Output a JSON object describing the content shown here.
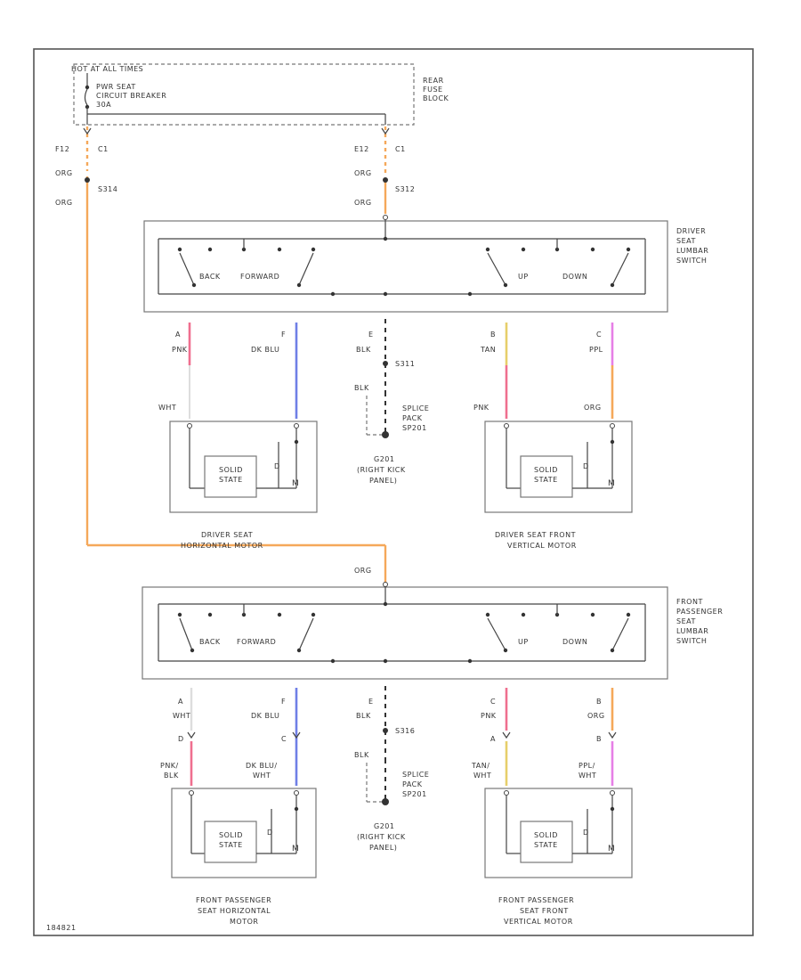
{
  "fuse": {
    "hot_label": "HOT AT ALL TIMES",
    "breaker_line1": "PWR SEAT",
    "breaker_line2": "CIRCUIT BREAKER",
    "breaker_line3": "30A",
    "block_line1": "REAR",
    "block_line2": "FUSE",
    "block_line3": "BLOCK"
  },
  "feed": {
    "left_conn": "F12",
    "left_c": "C1",
    "right_conn": "E12",
    "right_c": "C1",
    "left_wire1": "ORG",
    "left_splice": "S314",
    "left_wire2": "ORG",
    "right_wire1": "ORG",
    "right_splice": "S312",
    "right_wire2": "ORG",
    "pass_feed_wire": "ORG"
  },
  "driver_switch": {
    "name_lines": [
      "DRIVER",
      "SEAT",
      "LUMBAR",
      "SWITCH"
    ],
    "back": "BACK",
    "forward": "FORWARD",
    "up": "UP",
    "down": "DOWN",
    "wires": [
      {
        "pin": "A",
        "color": "PNK",
        "hex": "#ef6f8f"
      },
      {
        "pin": "F",
        "color": "DK BLU",
        "hex": "#6f7fe6"
      },
      {
        "pin": "E",
        "color": "BLK",
        "hex": "#333333"
      },
      {
        "pin": "B",
        "color": "TAN",
        "hex": "#e6cf6a"
      },
      {
        "pin": "C",
        "color": "PPL",
        "hex": "#e67fe6"
      }
    ]
  },
  "pass_switch": {
    "name_lines": [
      "FRONT",
      "PASSENGER",
      "SEAT",
      "LUMBAR",
      "SWITCH"
    ],
    "back": "BACK",
    "forward": "FORWARD",
    "up": "UP",
    "down": "DOWN",
    "wires": [
      {
        "pin": "A",
        "color": "WHT",
        "hex": "#dddddd"
      },
      {
        "pin": "F",
        "color": "DK BLU",
        "hex": "#6f7fe6"
      },
      {
        "pin": "E",
        "color": "BLK",
        "hex": "#333333"
      },
      {
        "pin": "C",
        "color": "PNK",
        "hex": "#ef6f8f"
      },
      {
        "pin": "B",
        "color": "ORG",
        "hex": "#f5a85a"
      }
    ]
  },
  "driver_lower": {
    "left_in": "WHT",
    "left_mid_wire": "PNK",
    "left_mid_hex": "#ef6f8f",
    "right_in_left": "PNK",
    "right_in_right": "ORG",
    "right_in_right_hex": "#f5a85a",
    "splice": "S311",
    "ground_wire": "BLK",
    "splice_pack": [
      "SPLICE",
      "PACK",
      "SP201"
    ],
    "ground": [
      "G201",
      "(RIGHT KICK",
      "PANEL)"
    ]
  },
  "pass_lower": {
    "left_pins": [
      "D",
      "C"
    ],
    "left_wires": [
      "PNK/",
      "BLK",
      "DK BLU/",
      "WHT"
    ],
    "right_pins": [
      "A",
      "B"
    ],
    "right_wires": [
      "TAN/",
      "WHT",
      "PPL/",
      "WHT"
    ],
    "splice": "S316",
    "ground_wire": "BLK",
    "splice_pack": [
      "SPLICE",
      "PACK",
      "SP201"
    ],
    "ground": [
      "G201",
      "(RIGHT KICK",
      "PANEL)"
    ]
  },
  "motors": {
    "solid_state": [
      "SOLID",
      "STATE"
    ],
    "driver_horizontal": [
      "DRIVER SEAT",
      "HORIZONTAL MOTOR"
    ],
    "driver_vertical": [
      "DRIVER SEAT FRONT",
      "VERTICAL MOTOR"
    ],
    "pass_horizontal": [
      "FRONT PASSENGER",
      "SEAT HORIZONTAL",
      "MOTOR"
    ],
    "pass_vertical": [
      "FRONT PASSENGER",
      "SEAT FRONT",
      "VERTICAL MOTOR"
    ]
  },
  "colors": {
    "org": "#f5a85a",
    "pnk": "#ef6f8f",
    "dkblu": "#6f7fe6",
    "tan": "#e6cf6a",
    "ppl": "#e67fe6",
    "wht": "#dddddd",
    "blk": "#333333"
  },
  "footer": {
    "code": "184821"
  }
}
